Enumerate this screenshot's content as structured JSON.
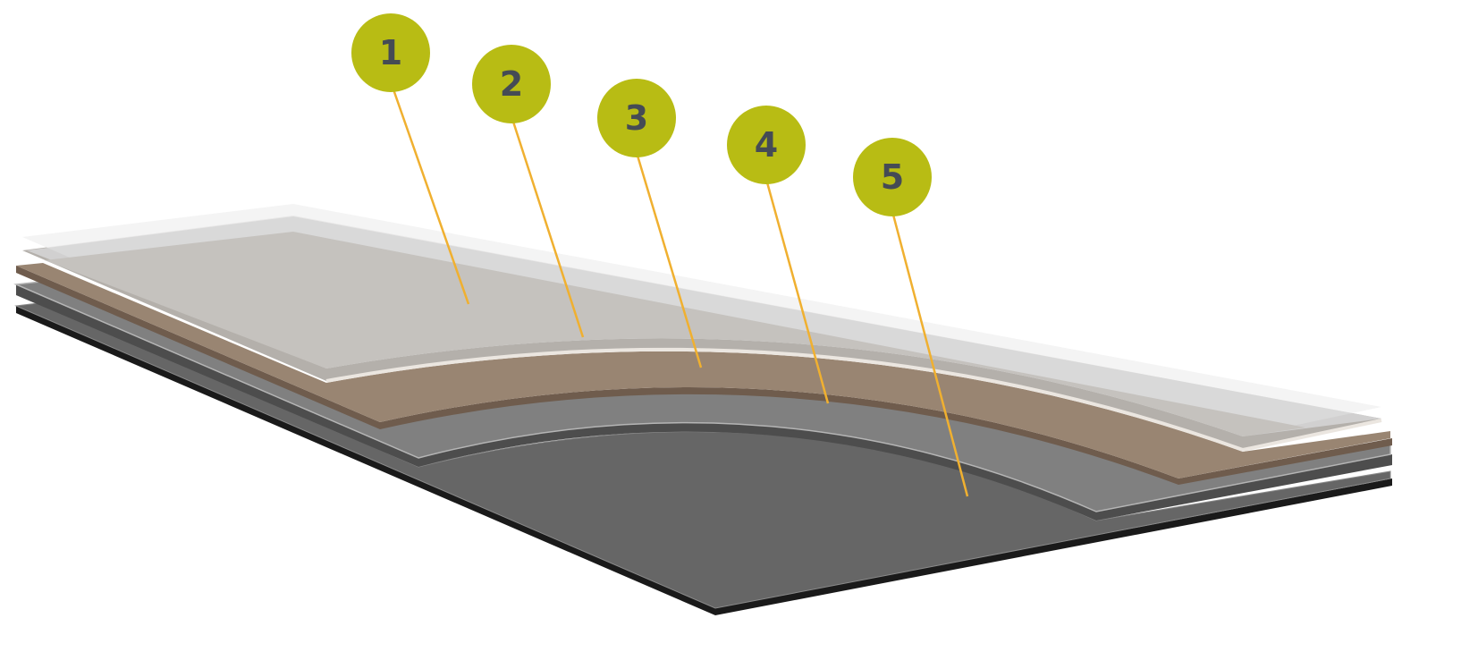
{
  "diagram": {
    "colors": {
      "callout_fill": "#b8bc14",
      "callout_text": "#454b55",
      "leader_line": "#f0b030",
      "layer_wear_outer": "#f2f2f2",
      "layer_wear_inner": "#c5c2be",
      "layer_clear": "#aca7a2",
      "layer_decor": "#998572",
      "layer_core": "#808080",
      "layer_backing": "#666666"
    },
    "callouts": [
      {
        "label": "1",
        "layer": "layer-1"
      },
      {
        "label": "2",
        "layer": "layer-2"
      },
      {
        "label": "3",
        "layer": "layer-3"
      },
      {
        "label": "4",
        "layer": "layer-4"
      },
      {
        "label": "5",
        "layer": "layer-5"
      }
    ]
  }
}
